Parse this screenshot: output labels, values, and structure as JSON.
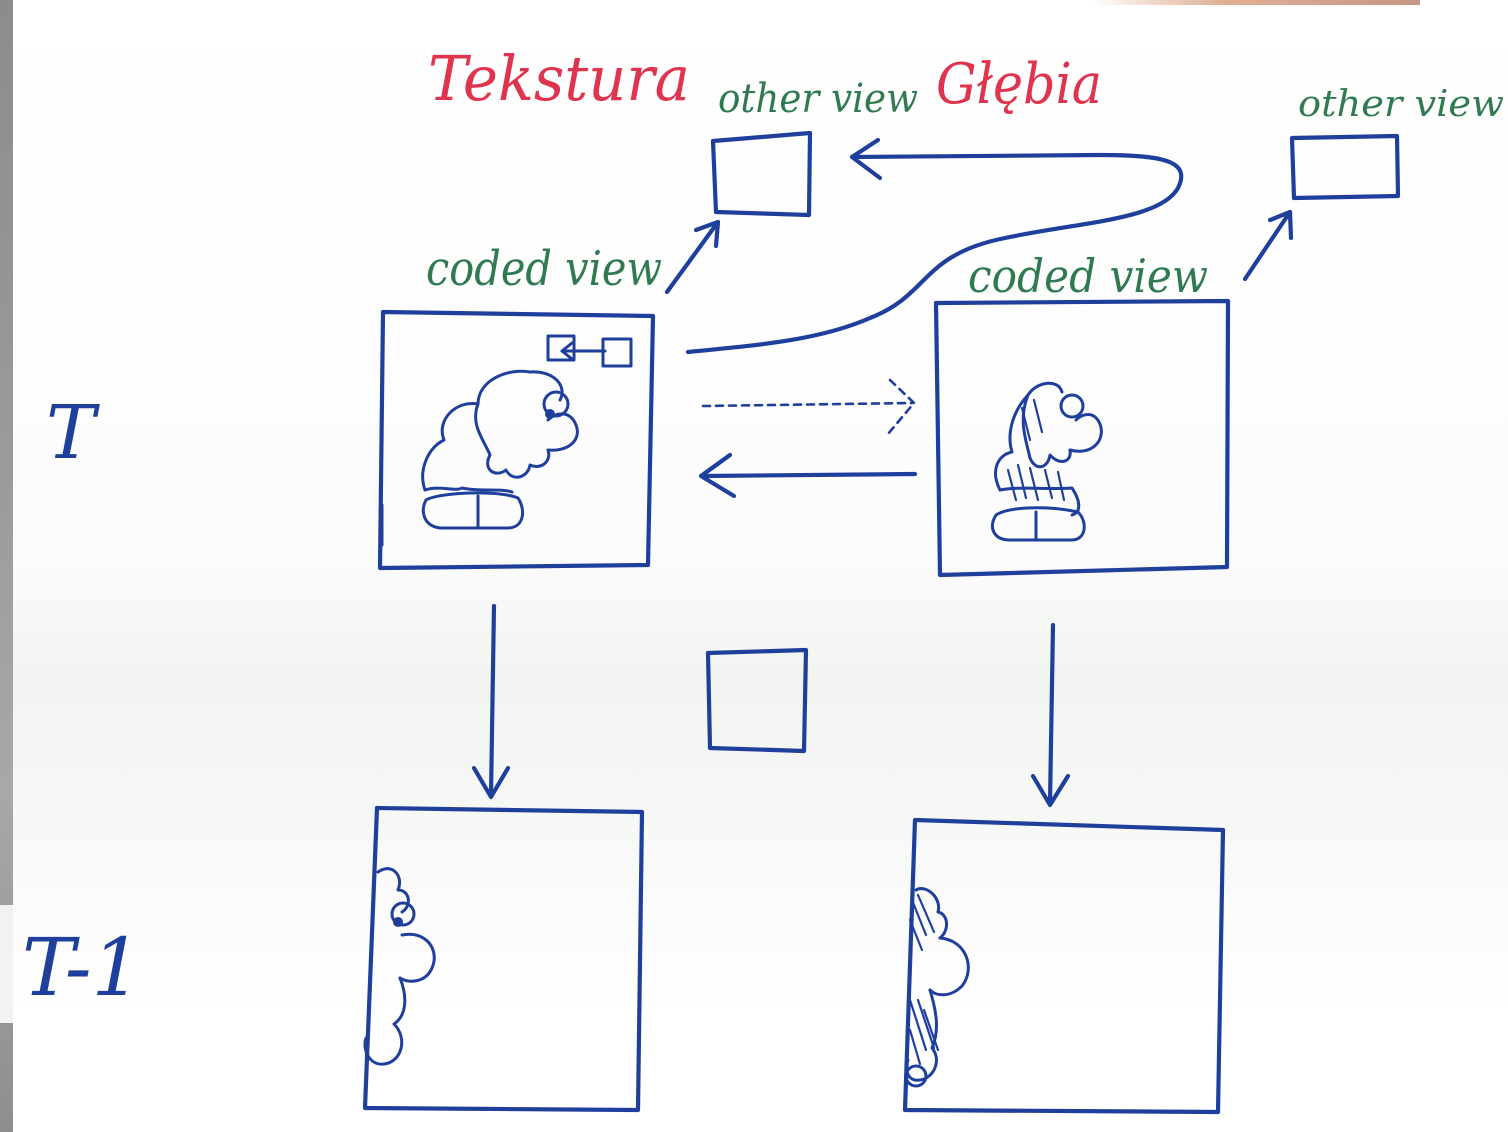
{
  "labels": {
    "texture": "Tekstura",
    "depth": "Głębia",
    "other_view_texture": "other view",
    "other_view_depth": "other view",
    "coded_view_texture": "coded view",
    "coded_view_depth": "coded view",
    "row_current": "T",
    "row_previous": "T-1"
  },
  "colors": {
    "heading_red": "#e0334e",
    "annotation_green": "#2f7a50",
    "ink_blue": "#1f3f9c"
  }
}
